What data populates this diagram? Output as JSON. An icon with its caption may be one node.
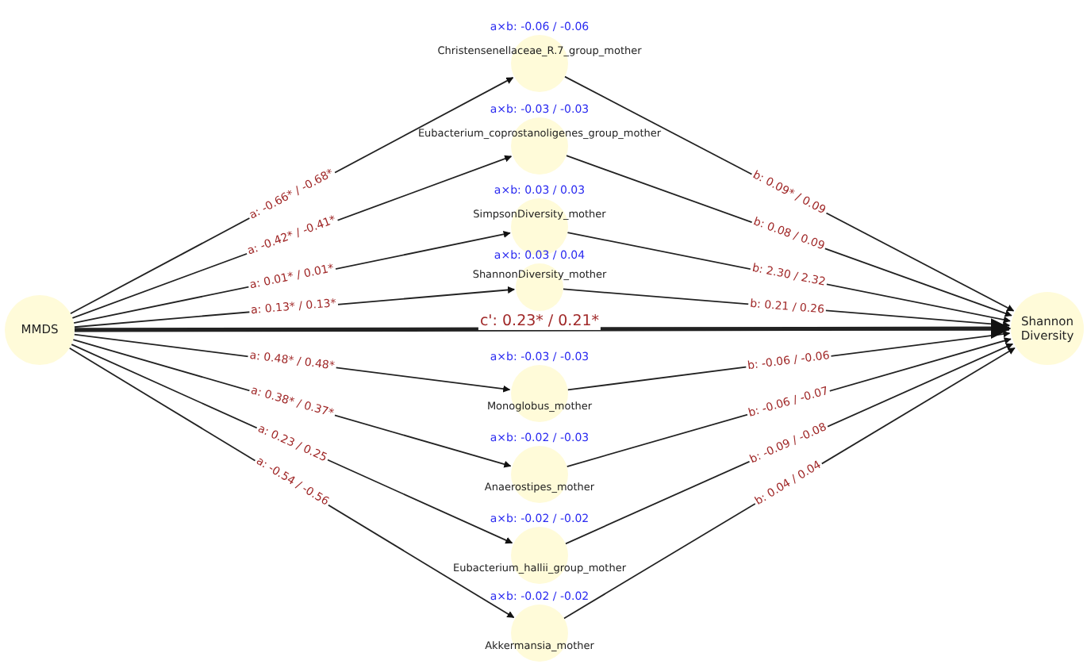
{
  "diagram": {
    "nodes": [
      {
        "text": [
          "MMDS"
        ]
      },
      {
        "text": [
          "Christensenellaceae_R.7_group_mother"
        ],
        "beside": [
          "a×b: -0.06 / -0.06"
        ]
      },
      {
        "text": [
          "Eubacterium_coprostanoligenes_group_mother"
        ],
        "beside": [
          "a×b: -0.03 / -0.03"
        ]
      },
      {
        "text": [
          "SimpsonDiversity_mother"
        ],
        "beside": [
          "a×b: 0.03 / 0.03"
        ]
      },
      {
        "text": [
          "ShannonDiversity_mother"
        ],
        "beside": [
          "a×b: 0.03 / 0.04"
        ]
      },
      {
        "text": [
          "Monoglobus_mother"
        ],
        "beside": [
          "a×b: -0.03 / -0.03"
        ]
      },
      {
        "text": [
          "Anaerostipes_mother"
        ],
        "beside": [
          "a×b: -0.02 / -0.03"
        ]
      },
      {
        "text": [
          "Eubacterium_hallii_group_mother"
        ],
        "beside": [
          "a×b: -0.02 / -0.02"
        ]
      },
      {
        "text": [
          "Akkermansia_mother"
        ],
        "beside": [
          "a×b: -0.02 / -0.02"
        ]
      },
      {
        "text": [
          "Shannon Diversity"
        ]
      }
    ],
    "edges": [
      {
        "from": 0,
        "to": 1,
        "arrow": "to",
        "label": "a: -0.66* / -0.68*"
      },
      {
        "from": 0,
        "to": 2,
        "arrow": "to",
        "label": "a: -0.42* / -0.41*"
      },
      {
        "from": 0,
        "to": 3,
        "arrow": "to",
        "label": "a: 0.01* / 0.01*"
      },
      {
        "from": 0,
        "to": 4,
        "arrow": "to",
        "label": "a: 0.13* / 0.13*"
      },
      {
        "from": 0,
        "to": 5,
        "arrow": "to",
        "label": "a: 0.48* / 0.48*"
      },
      {
        "from": 0,
        "to": 6,
        "arrow": "to",
        "label": "a: 0.38* / 0.37*"
      },
      {
        "from": 0,
        "to": 7,
        "arrow": "to",
        "label": "a: 0.23 / 0.25"
      },
      {
        "from": 0,
        "to": 8,
        "arrow": "to",
        "label": "a: -0.54 / -0.56"
      },
      {
        "from": 1,
        "to": 9,
        "arrow": "to",
        "label": "b: 0.09* / 0.09"
      },
      {
        "from": 2,
        "to": 9,
        "arrow": "to",
        "label": "b: 0.08 / 0.09"
      },
      {
        "from": 3,
        "to": 9,
        "arrow": "to",
        "label": "b: 2.30 / 2.32"
      },
      {
        "from": 4,
        "to": 9,
        "arrow": "to",
        "label": "b: 0.21 / 0.26"
      },
      {
        "from": 5,
        "to": 9,
        "arrow": "to",
        "label": "b: -0.06 / -0.06"
      },
      {
        "from": 6,
        "to": 9,
        "arrow": "to",
        "label": "b: -0.06 / -0.07"
      },
      {
        "from": 7,
        "to": 9,
        "arrow": "to",
        "label": "b: -0.09 / -0.08"
      },
      {
        "from": 8,
        "to": 9,
        "arrow": "to",
        "label": "b: 0.04 / 0.04"
      },
      {
        "from": 0,
        "to": 9,
        "arrow": "to",
        "label": "c': 0.23* / 0.21*",
        "style": "thick"
      }
    ]
  }
}
